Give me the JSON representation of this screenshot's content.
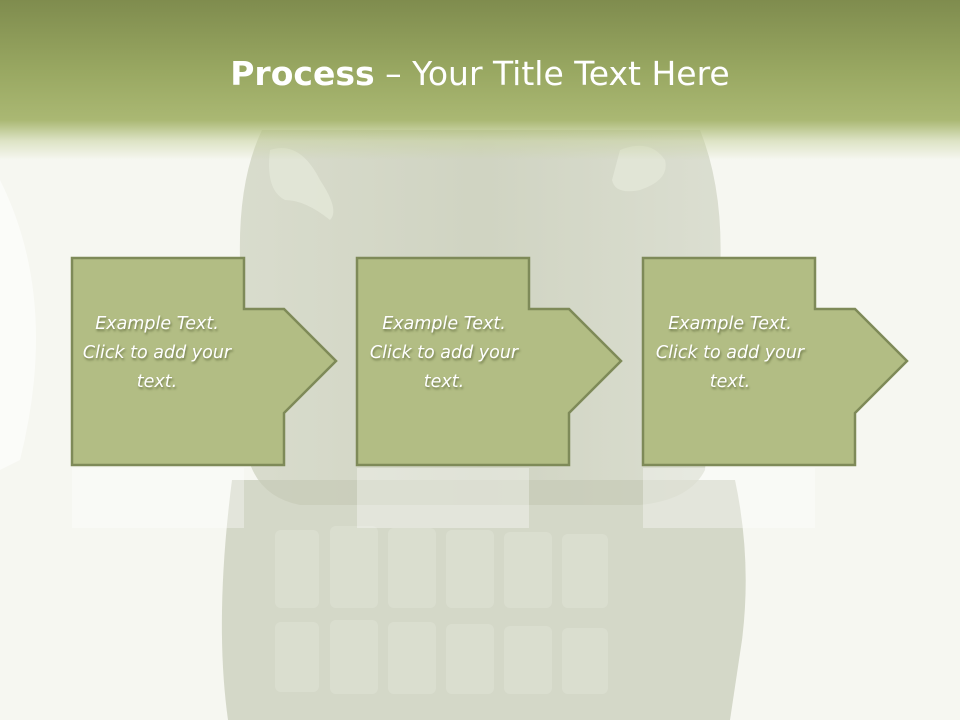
{
  "title": {
    "bold": "Process",
    "rest": " – Your Title Text Here"
  },
  "steps": [
    {
      "text": "Example Text. Click  to add your text."
    },
    {
      "text": "Example Text. Click  to add your text."
    },
    {
      "text": "Example Text. Click  to add your text."
    }
  ],
  "colors": {
    "header": "#9aaa63",
    "box_fill": "#b2bd84",
    "box_stroke": "#7e8a58",
    "text": "#ffffff"
  },
  "background_image": "moai-stone-head-photo"
}
